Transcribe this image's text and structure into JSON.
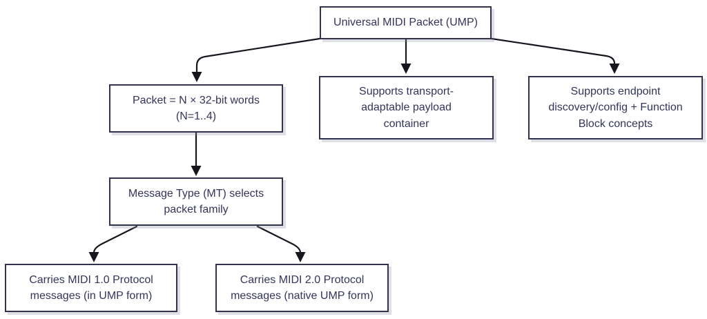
{
  "diagram": {
    "nodes": {
      "ump": {
        "label": "Universal MIDI Packet (UMP)"
      },
      "packet_words": {
        "label": "Packet = N × 32-bit words\n(N=1..4)"
      },
      "payload": {
        "label": "Supports transport-\nadaptable payload\ncontainer"
      },
      "endpoint": {
        "label": "Supports endpoint\ndiscovery/config + Function\nBlock concepts"
      },
      "message_type": {
        "label": "Message Type (MT) selects\npacket family"
      },
      "midi1": {
        "label": "Carries MIDI 1.0 Protocol\nmessages (in UMP form)"
      },
      "midi2": {
        "label": "Carries MIDI 2.0 Protocol\nmessages (native UMP form)"
      }
    },
    "edges": [
      {
        "from": "ump",
        "to": "packet_words"
      },
      {
        "from": "ump",
        "to": "payload"
      },
      {
        "from": "ump",
        "to": "endpoint"
      },
      {
        "from": "packet_words",
        "to": "message_type"
      },
      {
        "from": "message_type",
        "to": "midi1"
      },
      {
        "from": "message_type",
        "to": "midi2"
      }
    ],
    "colors": {
      "node_border": "#31324e",
      "node_text": "#33345a",
      "arrow": "#16161f",
      "background": "#ffffff",
      "shadow": "rgba(140,140,165,0.28)"
    }
  }
}
